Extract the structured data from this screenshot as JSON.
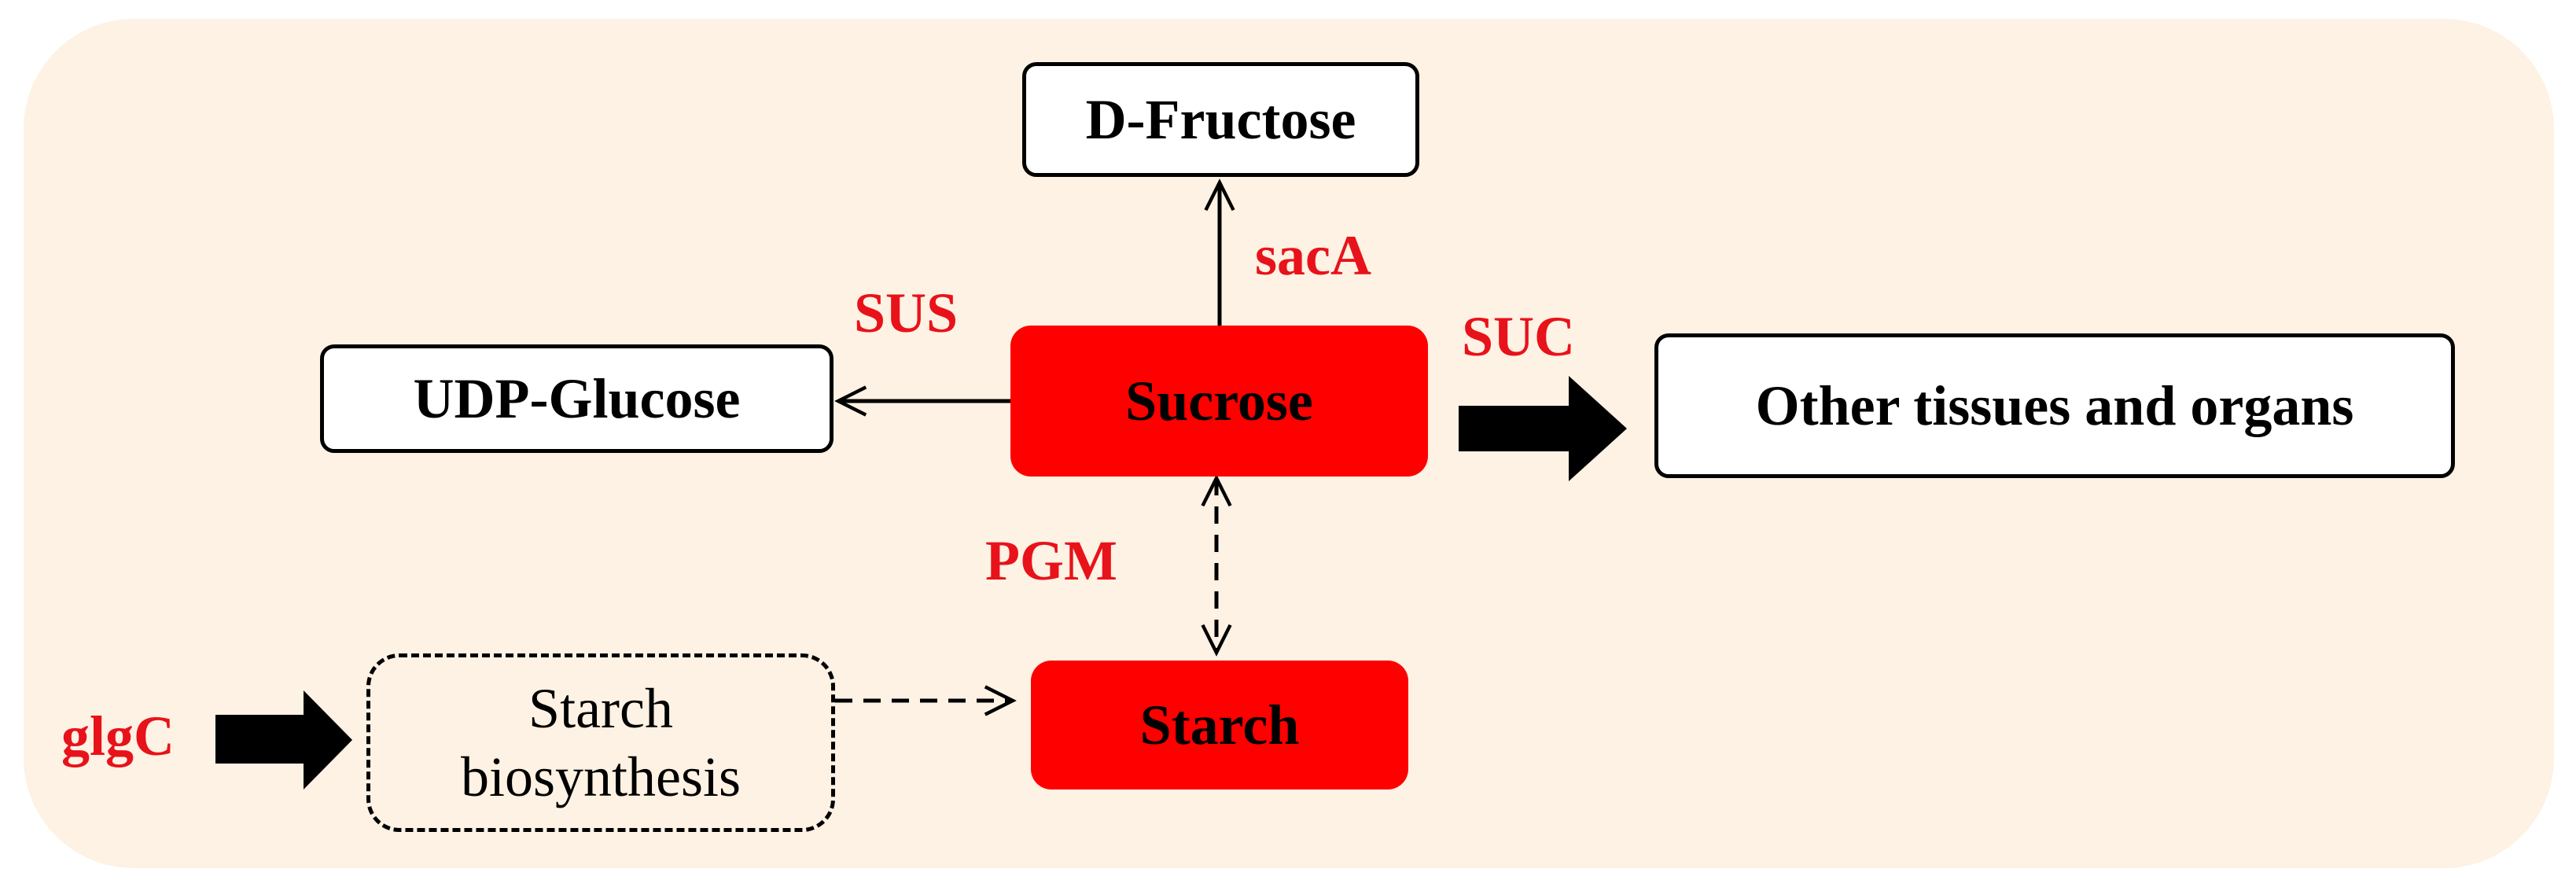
{
  "colors": {
    "panel_background": "#fdf2e3",
    "node_highlight": "#ff0000",
    "enzyme_label": "#e8121b",
    "arrow": "#000000"
  },
  "nodes": {
    "d_fructose": "D-Fructose",
    "udp_glucose": "UDP-Glucose",
    "sucrose": "Sucrose",
    "other_tissues": "Other tissues and organs",
    "starch": "Starch",
    "starch_biosynthesis_line1": "Starch",
    "starch_biosynthesis_line2": "biosynthesis"
  },
  "enzymes": {
    "sacA": "sacA",
    "SUS": "SUS",
    "SUC": "SUC",
    "PGM": "PGM",
    "glgC": "glgC"
  },
  "edges": [
    {
      "from": "Sucrose",
      "to": "D-Fructose",
      "enzyme": "sacA",
      "style": "solid"
    },
    {
      "from": "Sucrose",
      "to": "UDP-Glucose",
      "enzyme": "SUS",
      "style": "solid"
    },
    {
      "from": "Sucrose",
      "to": "Other tissues and organs",
      "enzyme": "SUC",
      "style": "bold"
    },
    {
      "from": "Sucrose",
      "to": "Starch",
      "enzyme": "PGM",
      "style": "dashed-bidirectional"
    },
    {
      "from": "Starch biosynthesis",
      "to": "Starch",
      "style": "dashed"
    },
    {
      "from": "glgC",
      "to": "Starch biosynthesis",
      "style": "bold"
    }
  ]
}
